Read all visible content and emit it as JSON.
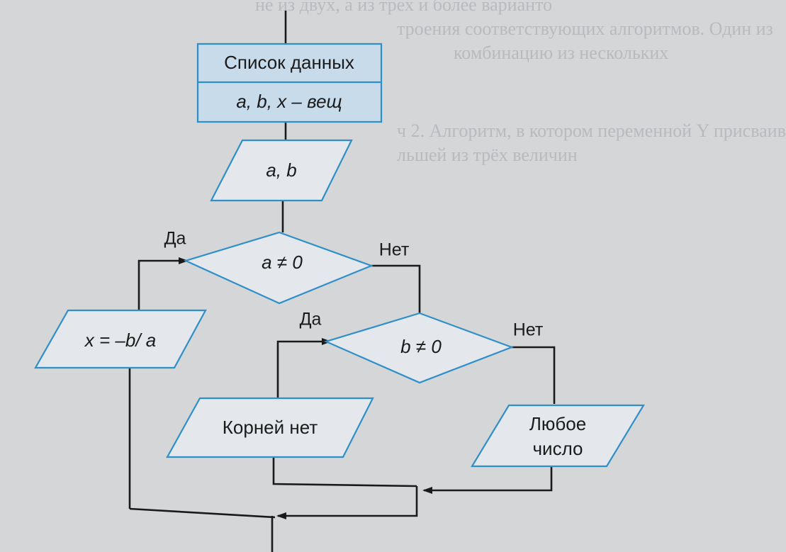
{
  "background_text": {
    "line1": "не из двух, а из трех и более варианто",
    "line2": "троения соответствующих алгоритмов. Один из",
    "line3": "комбинацию из нескольких",
    "line4": "ч 2. Алгоритм, в котором переменной Y присваив",
    "line5": "льшей из трёх величин"
  },
  "diagram": {
    "data_header": "Список данных",
    "data_vars": "a, b, x – вещ",
    "input": "a, b",
    "cond1": "a ≠ 0",
    "cond1_yes": "Да",
    "cond1_no": "Нет",
    "output_x": "x = –b/ a",
    "cond2": "b ≠ 0",
    "cond2_yes": "Да",
    "cond2_no": "Нет",
    "output_none": "Корней нет",
    "output_any_line1": "Любое",
    "output_any_line2": "число"
  }
}
